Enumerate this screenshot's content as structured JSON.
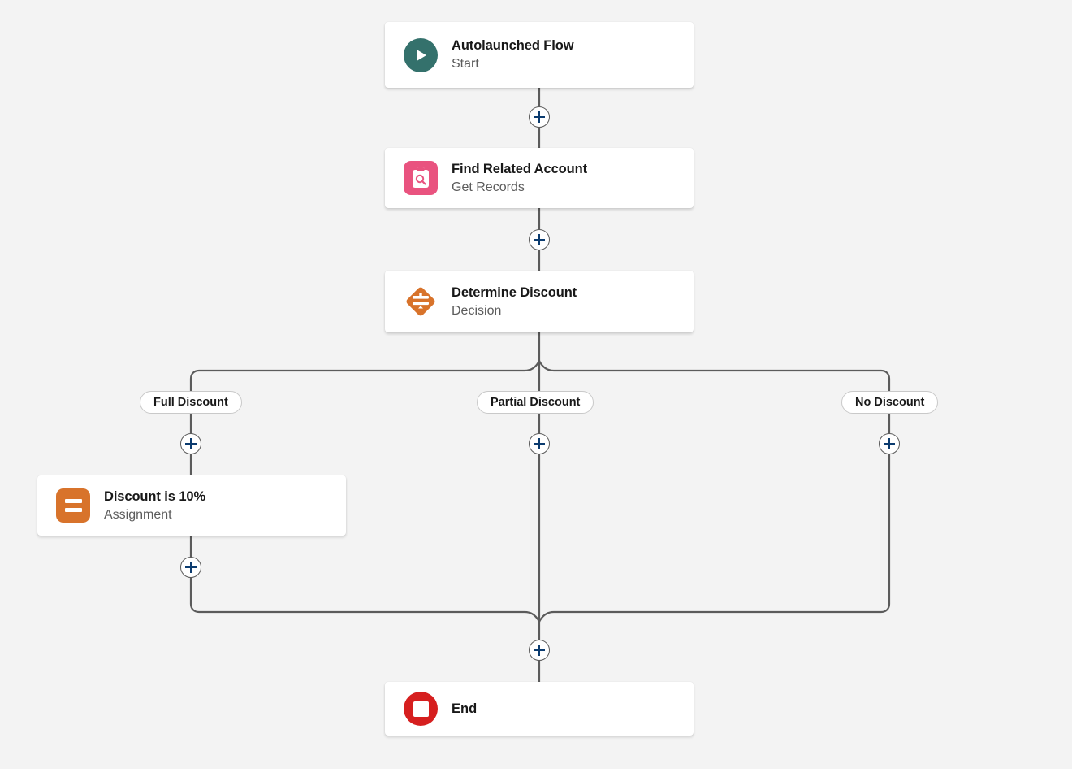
{
  "canvas": {
    "background_color": "#f3f3f3",
    "app": "flow-builder-canvas"
  },
  "nodes": [
    {
      "id": "start",
      "title": "Autolaunched Flow",
      "subtitle": "Start",
      "icon": "play-circle-icon",
      "icon_color": "#34716c"
    },
    {
      "id": "get-records",
      "title": "Find Related Account",
      "subtitle": "Get Records",
      "icon": "clipboard-search-icon",
      "icon_color": "#e9537f"
    },
    {
      "id": "decision",
      "title": "Determine Discount",
      "subtitle": "Decision",
      "icon": "decision-diamond-icon",
      "icon_color": "#d8732b"
    },
    {
      "id": "assignment",
      "title": "Discount is 10%",
      "subtitle": "Assignment",
      "icon": "equals-icon",
      "icon_color": "#d8732b"
    },
    {
      "id": "end",
      "title": "End",
      "subtitle": "",
      "icon": "stop-circle-icon",
      "icon_color": "#d61f1f"
    }
  ],
  "branches": [
    {
      "id": "full",
      "label": "Full Discount"
    },
    {
      "id": "partial",
      "label": "Partial Discount"
    },
    {
      "id": "no",
      "label": "No Discount"
    }
  ],
  "connectors": {
    "add_label": "+",
    "line_color": "#5b5b5b",
    "plus_color": "#0b3b6f",
    "buttons": [
      {
        "id": "after-start",
        "name": "add-element-after-start"
      },
      {
        "id": "after-getrecords",
        "name": "add-element-after-get-records"
      },
      {
        "id": "branch-full",
        "name": "add-element-on-full-discount"
      },
      {
        "id": "branch-partial",
        "name": "add-element-on-partial-discount"
      },
      {
        "id": "branch-no",
        "name": "add-element-on-no-discount"
      },
      {
        "id": "after-assignment",
        "name": "add-element-after-assignment"
      },
      {
        "id": "before-end",
        "name": "add-element-before-end"
      }
    ]
  }
}
